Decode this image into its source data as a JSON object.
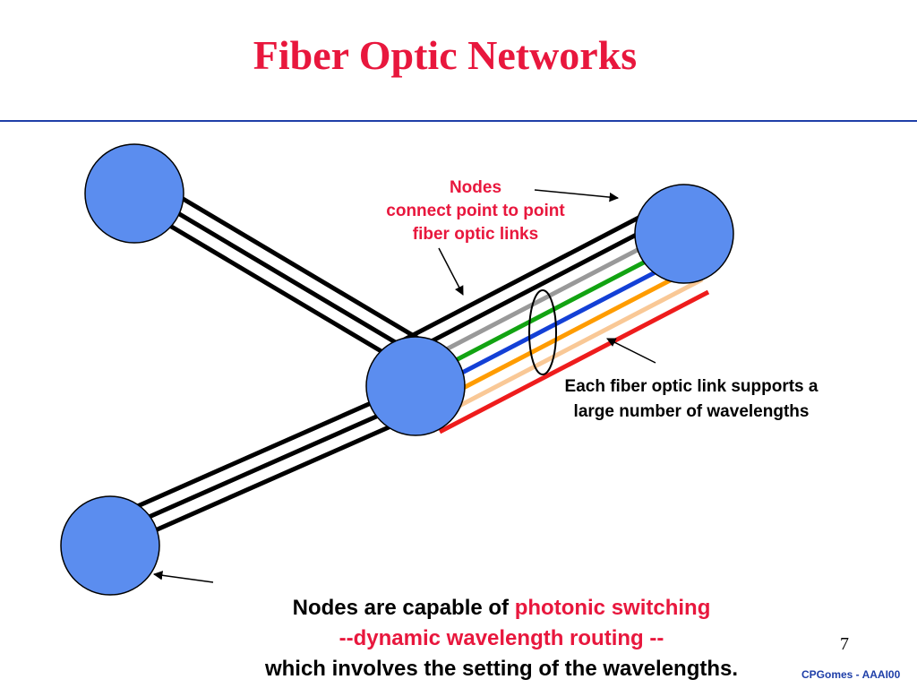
{
  "slide": {
    "title": "Fiber Optic Networks",
    "page_number": "7",
    "footer": "CPGomes - AAAI00"
  },
  "annotations": {
    "nodes_label": {
      "line1": "Nodes",
      "line2": "connect point to point",
      "line3": "fiber optic links"
    },
    "wavelength_label": {
      "line1": "Each fiber optic  link supports a",
      "line2": "large number of wavelengths"
    }
  },
  "caption": {
    "line1_prefix": "Nodes are capable of ",
    "line1_highlight": "photonic switching",
    "line2": "--dynamic wavelength routing --",
    "line3": "which involves the setting  of the wavelengths."
  },
  "colors": {
    "title": "#e8173d",
    "highlight": "#e8173d",
    "rule": "#1f3fa8",
    "node_fill": "#5b8def",
    "fiber": "#000000",
    "wavelengths": [
      "#999999",
      "#12a312",
      "#1340d6",
      "#ff9c00",
      "#f9c896",
      "#ee1c1c"
    ]
  }
}
